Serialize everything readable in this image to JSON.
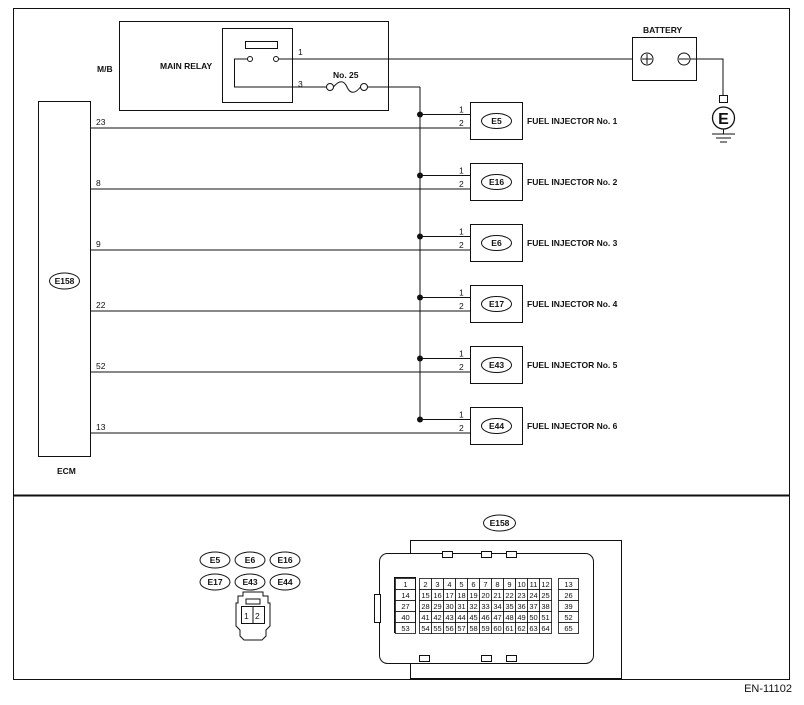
{
  "diagram": {
    "mb_label": "M/B",
    "main_relay_label": "MAIN RELAY",
    "relay_pins": {
      "p1": "1",
      "p3": "3"
    },
    "fuse_label": "No. 25",
    "battery_label": "BATTERY",
    "ground_symbol": "E",
    "ecm_label": "ECM",
    "ecm_connector": "E158",
    "injectors": [
      {
        "connector": "E5",
        "label": "FUEL INJECTOR No. 1",
        "ecm_pin": "23",
        "pin1": "1",
        "pin2": "2"
      },
      {
        "connector": "E16",
        "label": "FUEL INJECTOR No. 2",
        "ecm_pin": "8",
        "pin1": "1",
        "pin2": "2"
      },
      {
        "connector": "E6",
        "label": "FUEL INJECTOR No. 3",
        "ecm_pin": "9",
        "pin1": "1",
        "pin2": "2"
      },
      {
        "connector": "E17",
        "label": "FUEL INJECTOR No. 4",
        "ecm_pin": "22",
        "pin1": "1",
        "pin2": "2"
      },
      {
        "connector": "E43",
        "label": "FUEL INJECTOR No. 5",
        "ecm_pin": "52",
        "pin1": "1",
        "pin2": "2"
      },
      {
        "connector": "E44",
        "label": "FUEL INJECTOR No. 6",
        "ecm_pin": "13",
        "pin1": "1",
        "pin2": "2"
      }
    ]
  },
  "connectors": {
    "injector_refs": [
      "E5",
      "E6",
      "E16",
      "E17",
      "E43",
      "E44"
    ],
    "injector_pins": [
      "1",
      "2"
    ],
    "ecm_ref": "E158",
    "ecm_pin_rows": [
      [
        "1",
        "2",
        "3",
        "4",
        "5",
        "6",
        "7",
        "8",
        "9",
        "10",
        "11",
        "12",
        "13"
      ],
      [
        "14",
        "15",
        "16",
        "17",
        "18",
        "19",
        "20",
        "21",
        "22",
        "23",
        "24",
        "25",
        "26"
      ],
      [
        "27",
        "28",
        "29",
        "30",
        "31",
        "32",
        "33",
        "34",
        "35",
        "36",
        "37",
        "38",
        "39"
      ],
      [
        "40",
        "41",
        "42",
        "43",
        "44",
        "45",
        "46",
        "47",
        "48",
        "49",
        "50",
        "51",
        "52"
      ],
      [
        "53",
        "54",
        "55",
        "56",
        "57",
        "58",
        "59",
        "60",
        "61",
        "62",
        "63",
        "64",
        "65"
      ]
    ]
  },
  "footer": {
    "code": "EN-11102"
  }
}
